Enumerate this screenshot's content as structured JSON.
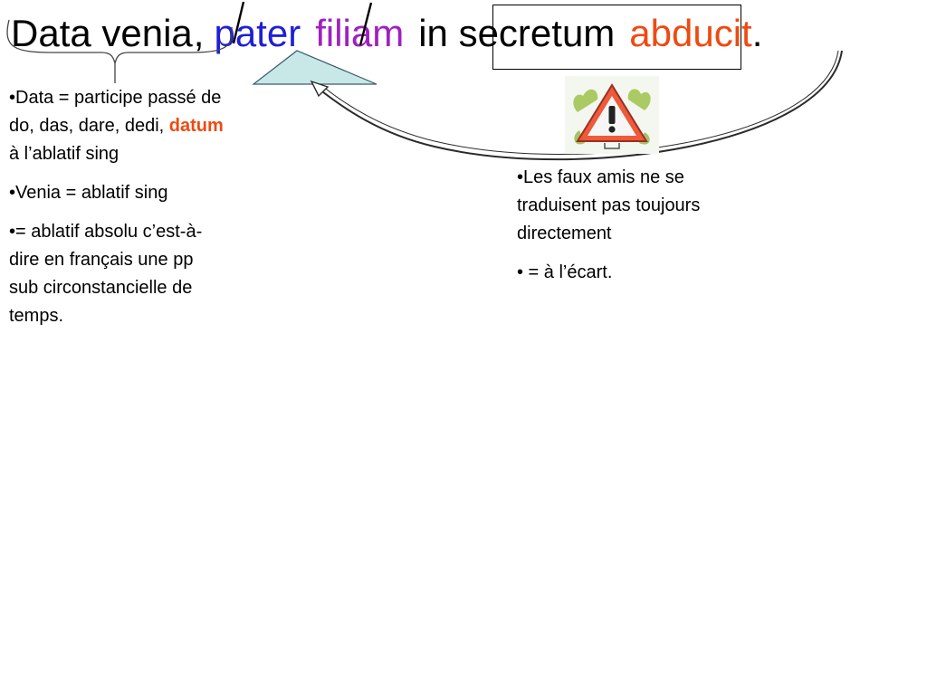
{
  "title": {
    "data_venia": "Data venia",
    "comma": ",",
    "pater": "pater",
    "filiam": "filiam",
    "in_secretum": "in secretum",
    "abducit": "abducit",
    "period": "."
  },
  "left_notes": {
    "note1_prefix": "•Data = participe passé de do, das, dare, dedi, ",
    "note1_highlight": "datum",
    "note1_suffix": " à l’ablatif sing",
    "note2": "•Venia = ablatif sing",
    "note3": "•= ablatif absolu c’est-à-dire en français une pp sub circonstancielle de temps."
  },
  "right_notes": {
    "note1": "•Les faux amis ne se traduisent pas toujours directement",
    "note2": "• = à l’écart."
  },
  "warning_icon": "warning-triangle-icon",
  "colors": {
    "pater": "#1f1fd6",
    "filiam": "#a020c0",
    "abducit": "#ee4a12",
    "datum": "#ee4a12",
    "pointer_fill": "#c8e8e8",
    "warning_red": "#ee5a3a"
  }
}
